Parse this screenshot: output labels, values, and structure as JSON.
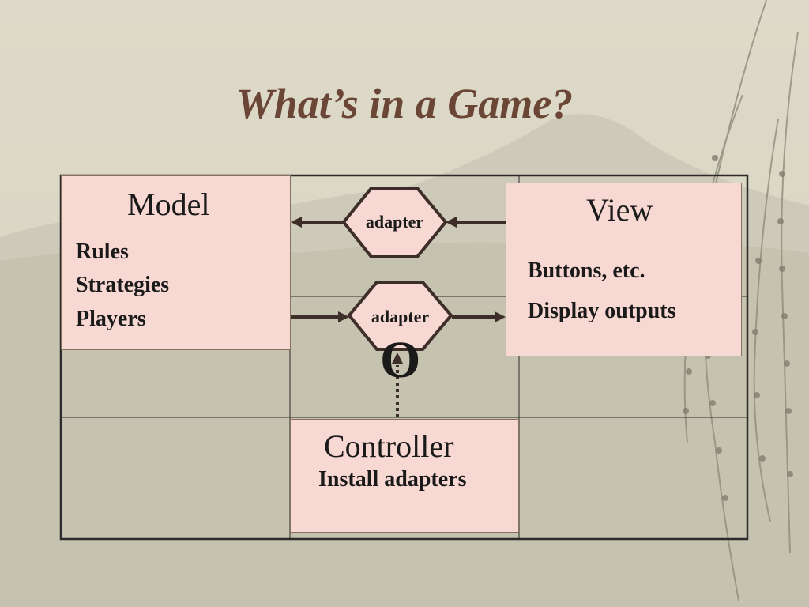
{
  "title": "What’s in a Game?",
  "model": {
    "heading": "Model",
    "items": [
      "Rules",
      "Strategies",
      "Players"
    ]
  },
  "view": {
    "heading": "View",
    "items": [
      "Buttons, etc.",
      "Display outputs"
    ]
  },
  "controller": {
    "heading": "Controller",
    "items": [
      "Install adapters"
    ]
  },
  "adapters": [
    "adapter",
    "adapter"
  ],
  "pin_glyph": "O",
  "colors": {
    "title": "#6b4637",
    "box_fill": "#f8d8d2",
    "arrow": "#3d2e2a",
    "grid_line": "#2a2a2a",
    "background": "#dcd8c6"
  }
}
